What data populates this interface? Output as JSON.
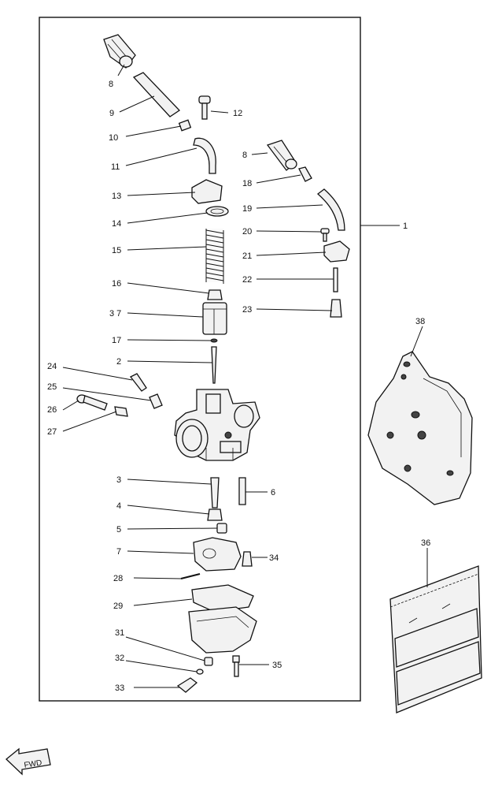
{
  "callouts": [
    {
      "id": "8a",
      "text": "8"
    },
    {
      "id": "9",
      "text": "9"
    },
    {
      "id": "10",
      "text": "10"
    },
    {
      "id": "11",
      "text": "11"
    },
    {
      "id": "12",
      "text": "12"
    },
    {
      "id": "13",
      "text": "13"
    },
    {
      "id": "14",
      "text": "14"
    },
    {
      "id": "15",
      "text": "15"
    },
    {
      "id": "16",
      "text": "16"
    },
    {
      "id": "37",
      "text": "3 7"
    },
    {
      "id": "17",
      "text": "17"
    },
    {
      "id": "2",
      "text": "2"
    },
    {
      "id": "24",
      "text": "24"
    },
    {
      "id": "25",
      "text": "25"
    },
    {
      "id": "26",
      "text": "26"
    },
    {
      "id": "27",
      "text": "27"
    },
    {
      "id": "8b",
      "text": "8"
    },
    {
      "id": "18",
      "text": "18"
    },
    {
      "id": "19",
      "text": "19"
    },
    {
      "id": "20",
      "text": "20"
    },
    {
      "id": "21",
      "text": "21"
    },
    {
      "id": "22",
      "text": "22"
    },
    {
      "id": "23",
      "text": "23"
    },
    {
      "id": "1",
      "text": "1"
    },
    {
      "id": "38",
      "text": "38"
    },
    {
      "id": "3",
      "text": "3"
    },
    {
      "id": "6",
      "text": "6"
    },
    {
      "id": "4",
      "text": "4"
    },
    {
      "id": "5",
      "text": "5"
    },
    {
      "id": "7",
      "text": "7"
    },
    {
      "id": "34",
      "text": "34"
    },
    {
      "id": "28",
      "text": "28"
    },
    {
      "id": "29",
      "text": "29"
    },
    {
      "id": "31",
      "text": "31"
    },
    {
      "id": "32",
      "text": "32"
    },
    {
      "id": "35",
      "text": "35"
    },
    {
      "id": "33",
      "text": "33"
    },
    {
      "id": "36",
      "text": "36"
    }
  ],
  "front_arrow": {
    "text": "FWD"
  }
}
